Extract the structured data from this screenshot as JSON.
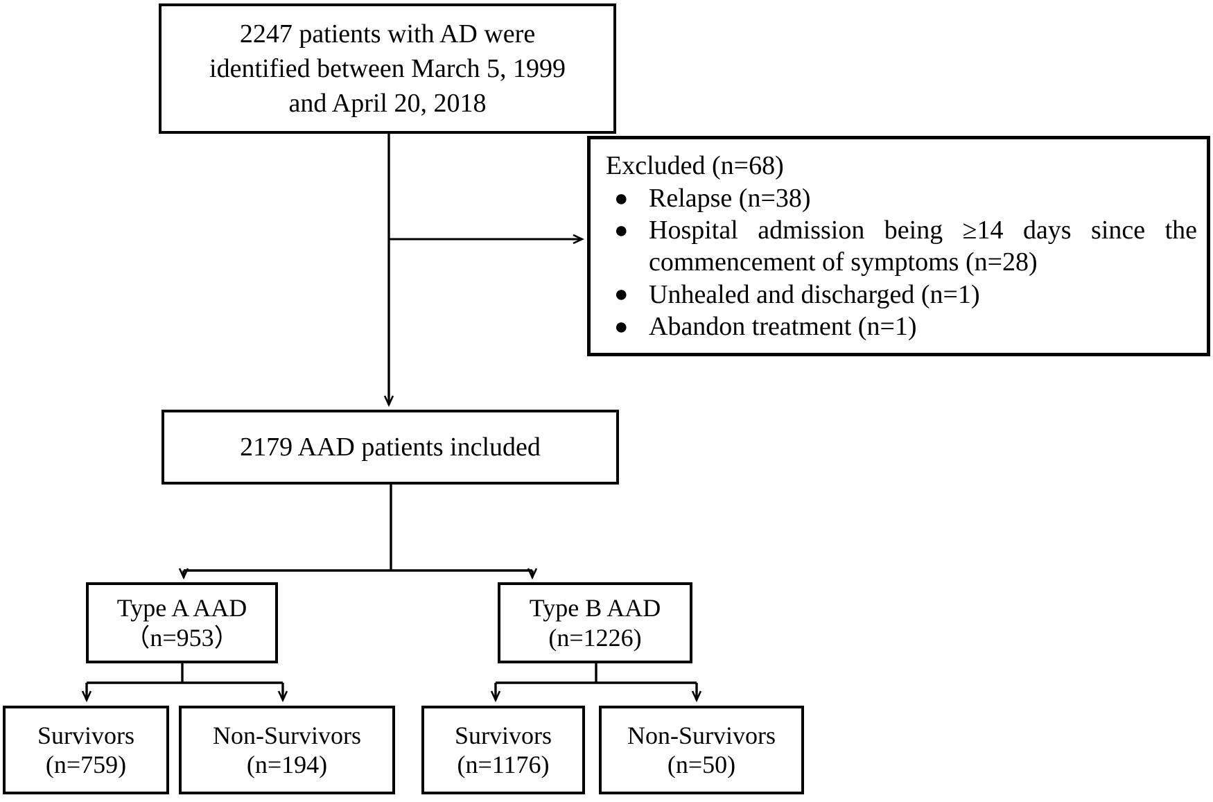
{
  "diagram": {
    "title": "AAD patient selection flowchart",
    "stroke_color": "#000000",
    "background_color": "#ffffff",
    "nodes": {
      "identified": {
        "line1": "2247 patients with AD were",
        "line2": "identified between March 5, 1999",
        "line3": "and April 20, 2018"
      },
      "excluded": {
        "title": "Excluded (n=68)",
        "bullet_glyph": "●",
        "items": [
          "Relapse (n=38)",
          "Hospital admission being ≥14 days since the commencement of symptoms (n=28)",
          "Unhealed and discharged (n=1)",
          "Abandon treatment (n=1)"
        ]
      },
      "included": {
        "line1": "2179 AAD patients included"
      },
      "type_a": {
        "line1": "Type A AAD",
        "line2": "（n=953）"
      },
      "type_b": {
        "line1": "Type B AAD",
        "line2": "(n=1226)"
      },
      "survivors_a": {
        "line1": "Survivors",
        "line2": "(n=759)"
      },
      "non_survivors_a": {
        "line1": "Non-Survivors",
        "line2": "(n=194)"
      },
      "survivors_b": {
        "line1": "Survivors",
        "line2": "(n=1176)"
      },
      "non_survivors_b": {
        "line1": "Non-Survivors",
        "line2": "(n=50)"
      }
    }
  }
}
